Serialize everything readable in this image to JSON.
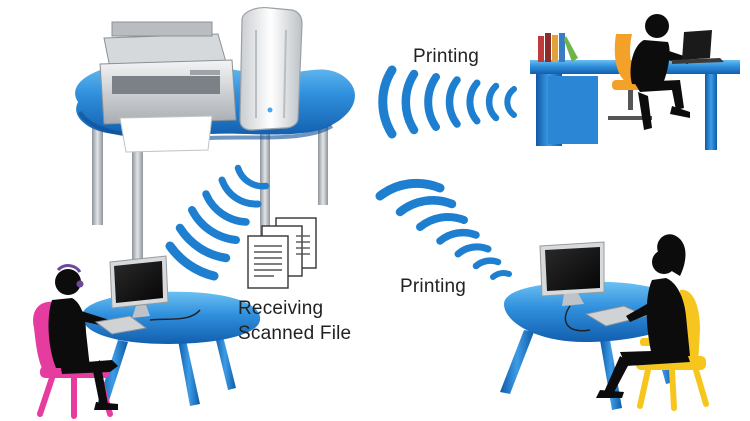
{
  "labels": {
    "printing_top": "Printing",
    "printing_bottom": "Printing",
    "receiving_line1": "Receiving",
    "receiving_line2": "Scanned File"
  },
  "colors": {
    "desk": "#1e7fd0",
    "desk_light": "#5fb4ee",
    "leg": "#b9bec4",
    "wifi": "#1e7fd0",
    "silhouette": "#0c0c0c",
    "chair_pink": "#e63ca0",
    "chair_orange": "#f4a12a",
    "chair_yellow": "#f7c61e"
  },
  "icons": [
    "printer-icon",
    "router-icon",
    "wifi-waves-icon",
    "document-stack-icon",
    "laptop-icon",
    "monitor-icon",
    "keyboard-icon",
    "person-icon",
    "chair-icon",
    "books-icon"
  ]
}
